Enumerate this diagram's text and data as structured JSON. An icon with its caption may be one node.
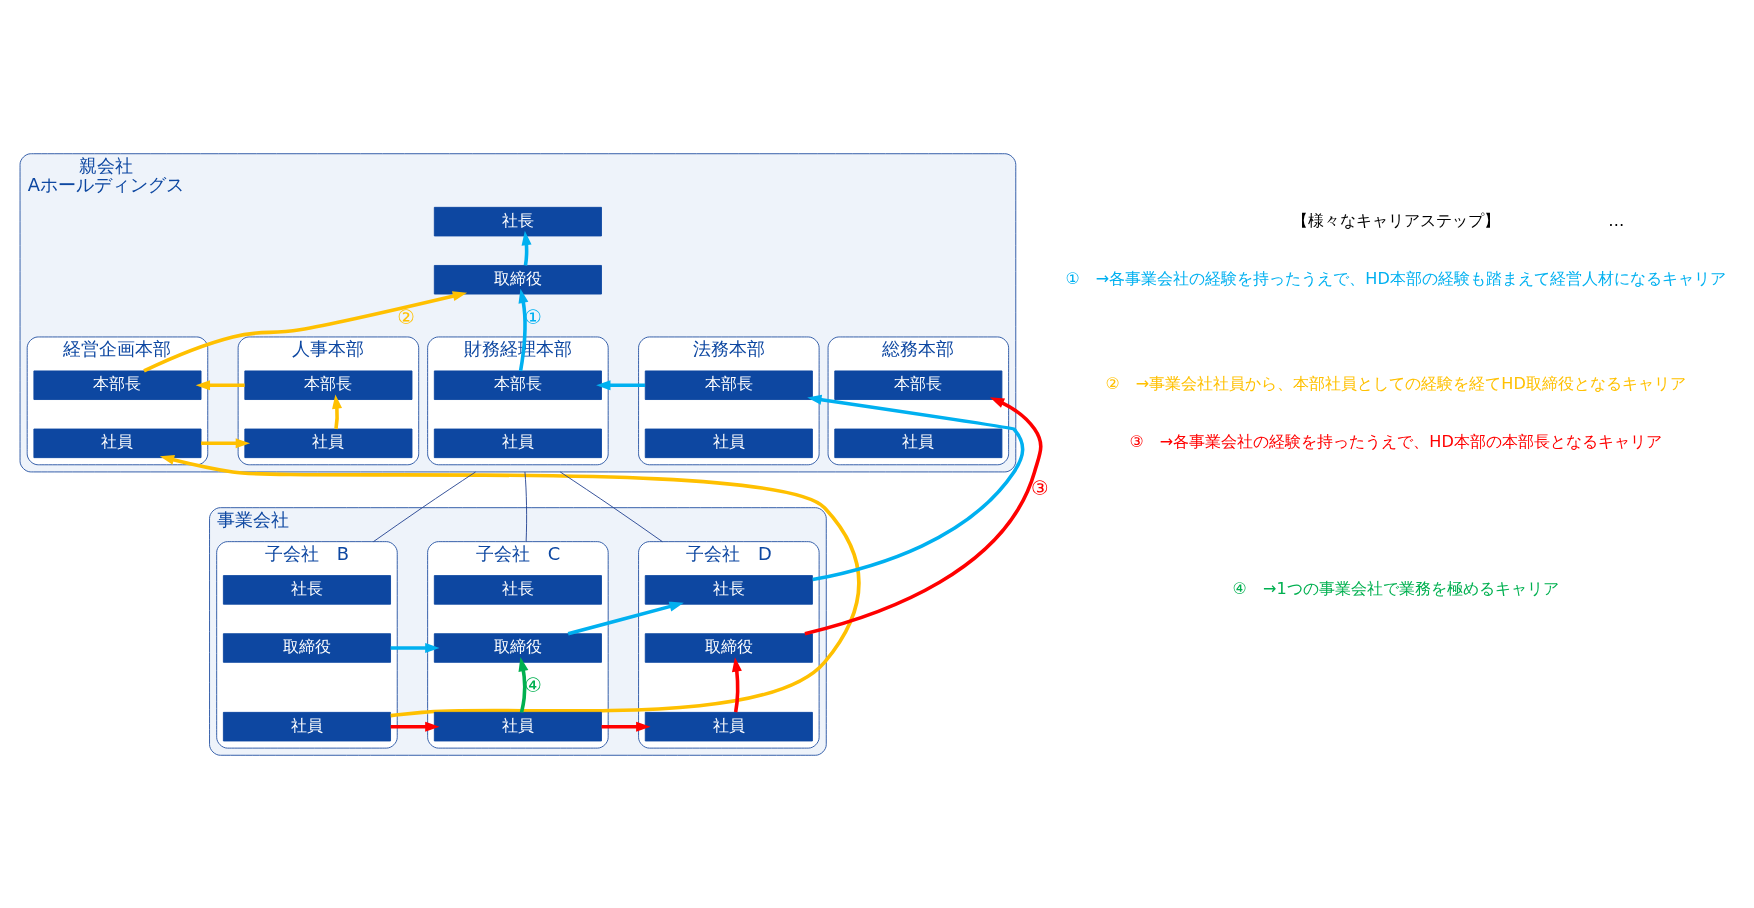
{
  "diagram": {
    "nodes": [
      {
        "text": [
          "親会社",
          "Aホールディングス"
        ]
      },
      {
        "text": [
          "社長"
        ],
        "in": 0
      },
      {
        "text": [
          "取締役"
        ],
        "in": 0
      },
      {
        "text": [
          "経営企画本部"
        ],
        "in": 0
      },
      {
        "text": [
          "本部長"
        ],
        "in": 3
      },
      {
        "text": [
          "社員"
        ],
        "in": 3
      },
      {
        "text": [
          "人事本部"
        ],
        "in": 0
      },
      {
        "text": [
          "本部長"
        ],
        "in": 6
      },
      {
        "text": [
          "社員"
        ],
        "in": 6
      },
      {
        "text": [
          "財務経理本部"
        ],
        "in": 0
      },
      {
        "text": [
          "本部長"
        ],
        "in": 9
      },
      {
        "text": [
          "社員"
        ],
        "in": 9
      },
      {
        "text": [
          "法務本部"
        ],
        "in": 0
      },
      {
        "text": [
          "本部長"
        ],
        "in": 12
      },
      {
        "text": [
          "社員"
        ],
        "in": 12
      },
      {
        "text": [
          "総務本部"
        ],
        "in": 0
      },
      {
        "text": [
          "本部長"
        ],
        "in": 15
      },
      {
        "text": [
          "社員"
        ],
        "in": 15
      },
      {
        "text": [
          "事業会社"
        ]
      },
      {
        "text": [
          "子会社　B"
        ],
        "in": 18
      },
      {
        "text": [
          "社長"
        ],
        "in": 19
      },
      {
        "text": [
          "取締役"
        ],
        "in": 19
      },
      {
        "text": [
          "社員"
        ],
        "in": 19
      },
      {
        "text": [
          "子会社　C"
        ],
        "in": 18
      },
      {
        "text": [
          "社長"
        ],
        "in": 23
      },
      {
        "text": [
          "取締役"
        ],
        "in": 23
      },
      {
        "text": [
          "社員"
        ],
        "in": 23
      },
      {
        "text": [
          "子会社　D"
        ],
        "in": 18
      },
      {
        "text": [
          "社長"
        ],
        "in": 27
      },
      {
        "text": [
          "取締役"
        ],
        "in": 27
      },
      {
        "text": [
          "社員"
        ],
        "in": 27
      }
    ],
    "edges": [
      {
        "from": 2,
        "to": 1,
        "arrow": "to",
        "color": "#00b0f0"
      },
      {
        "from": 10,
        "to": 2,
        "arrow": "to",
        "label": "①",
        "color": "#00b0f0"
      },
      {
        "from": 13,
        "to": 10,
        "arrow": "to",
        "color": "#00b0f0"
      },
      {
        "from": 28,
        "to": 13,
        "arrow": "to",
        "color": "#00b0f0"
      },
      {
        "from": 21,
        "to": 25,
        "arrow": "to",
        "color": "#00b0f0"
      },
      {
        "from": 25,
        "to": 28,
        "arrow": "to",
        "color": "#00b0f0"
      },
      {
        "from": 4,
        "to": 2,
        "arrow": "to",
        "label": "②",
        "color": "#ffc000"
      },
      {
        "from": 7,
        "to": 4,
        "arrow": "to",
        "color": "#ffc000"
      },
      {
        "from": 8,
        "to": 7,
        "arrow": "to",
        "color": "#ffc000"
      },
      {
        "from": 5,
        "to": 8,
        "arrow": "to",
        "color": "#ffc000"
      },
      {
        "from": 22,
        "to": 5,
        "arrow": "to",
        "color": "#ffc000"
      },
      {
        "from": 22,
        "to": 26,
        "arrow": "to",
        "color": "#ff0000"
      },
      {
        "from": 26,
        "to": 30,
        "arrow": "to",
        "color": "#ff0000"
      },
      {
        "from": 30,
        "to": 29,
        "arrow": "to",
        "color": "#ff0000"
      },
      {
        "from": 29,
        "to": 16,
        "arrow": "to",
        "label": "③",
        "color": "#ff0000"
      },
      {
        "from": 26,
        "to": 25,
        "arrow": "to",
        "label": "④",
        "color": "#00b050"
      },
      {
        "from": 0,
        "to": 19,
        "arrow": "none",
        "color": "#1f3f8f"
      },
      {
        "from": 0,
        "to": 23,
        "arrow": "none",
        "color": "#1f3f8f"
      },
      {
        "from": 0,
        "to": 27,
        "arrow": "none",
        "color": "#1f3f8f"
      }
    ],
    "labels": [
      "【様々なキャリアステップ】",
      "…"
    ],
    "legend": [
      {
        "text": "①　→各事業会社の経験を持ったうえで、HD本部の経験も踏まえて経営人材になるキャリア",
        "color": "#00b0f0"
      },
      {
        "text": "②　→事業会社社員から、本部社員としての経験を経てHD取締役となるキャリア",
        "color": "#ffc000"
      },
      {
        "text": "③　→各事業会社の経験を持ったうえで、HD本部の本部長となるキャリア",
        "color": "#ff0000"
      },
      {
        "text": "④　→1つの事業会社で業務を極めるキャリア",
        "color": "#00b050"
      }
    ]
  }
}
